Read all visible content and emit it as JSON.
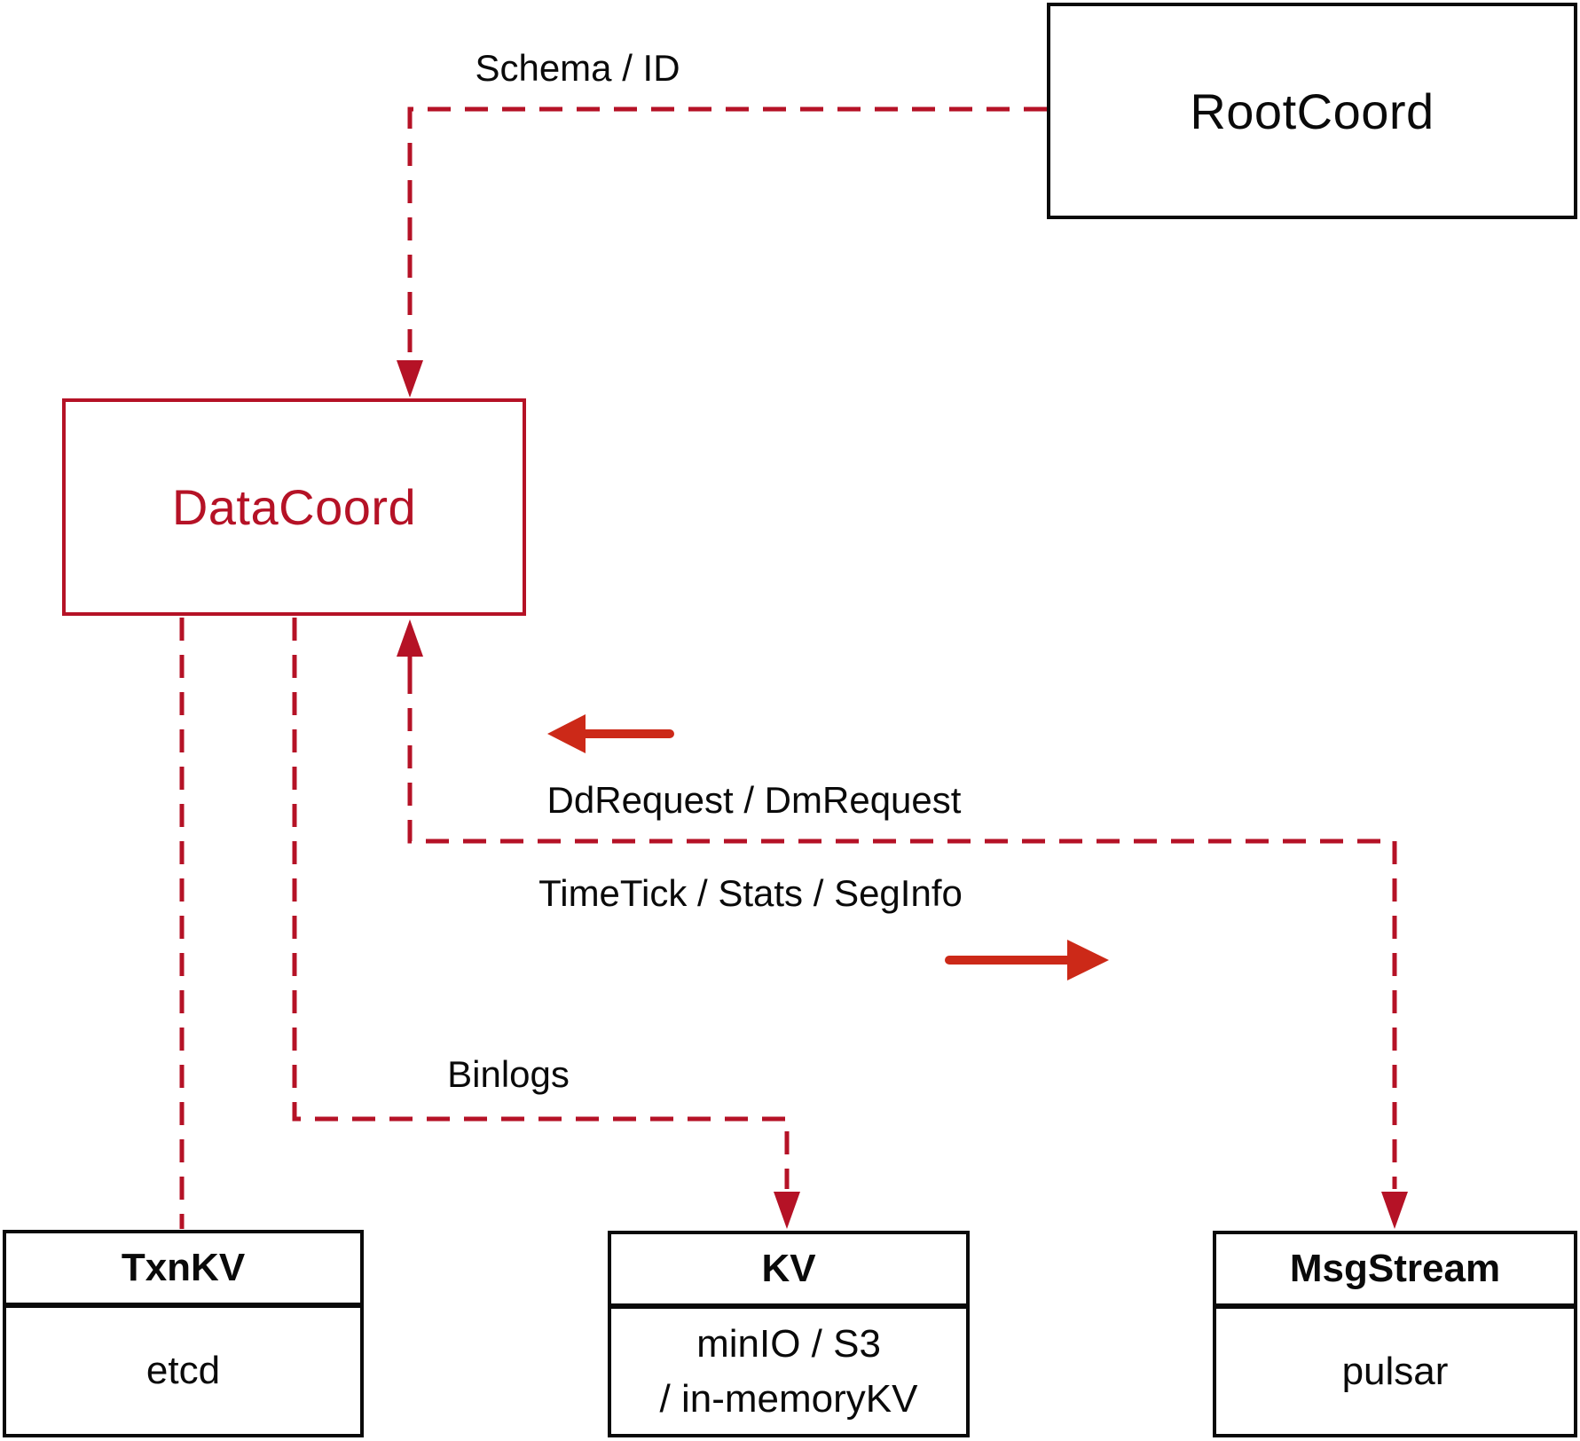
{
  "diagram": {
    "nodes": {
      "rootcoord": {
        "label": "RootCoord"
      },
      "datacoord": {
        "label": "DataCoord"
      },
      "txnkv": {
        "title": "TxnKV",
        "subtitle": "etcd"
      },
      "kv": {
        "title": "KV",
        "subtitle_line1": "minIO / S3",
        "subtitle_line2": "/ in-memoryKV"
      },
      "msgstream": {
        "title": "MsgStream",
        "subtitle": "pulsar"
      }
    },
    "edge_labels": {
      "schema_id": "Schema / ID",
      "dd_dm_request": "DdRequest / DmRequest",
      "timetick_stats_seginfo": "TimeTick / Stats / SegInfo",
      "binlogs": "Binlogs"
    },
    "colors": {
      "connector_red": "#b51226",
      "arrow_red": "#cc2918",
      "box_border_black": "#0a0a0a",
      "background": "#ffffff"
    }
  }
}
